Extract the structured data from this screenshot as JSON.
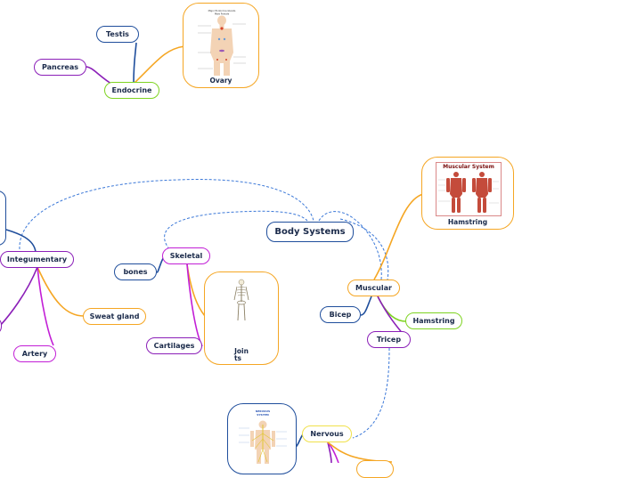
{
  "root": {
    "label": "Body Systems"
  },
  "endocrine": {
    "label": "Endocrine",
    "children": {
      "testis": "Testis",
      "pancreas": "Pancreas"
    }
  },
  "ovary_card": {
    "caption": "Ovary",
    "image_title_line1": "Major Endocrine Glands",
    "image_title_line2": "Male    Female"
  },
  "integumentary": {
    "label": "Integumentary",
    "children": {
      "sweat_gland": "Sweat gland",
      "artery": "Artery"
    }
  },
  "skeletal": {
    "label": "Skeletal",
    "children": {
      "bones": "bones",
      "cartilages": "Cartilages"
    }
  },
  "joints_card": {
    "caption_line1": "Join",
    "caption_line2": "ts"
  },
  "muscular": {
    "label": "Muscular",
    "children": {
      "bicep": "Bicep",
      "hamstring": "Hamstring",
      "tricep": "Tricep"
    }
  },
  "muscle_card": {
    "caption": "Hamstring",
    "image_title": "Muscular System"
  },
  "nervous": {
    "label": "Nervous",
    "image_title_line1": "NERVOUS",
    "image_title_line2": "SYSTEM"
  },
  "colors": {
    "blue": "#1f4e9c",
    "purple": "#8b1fb8",
    "green": "#7ed321",
    "orange": "#f5a623",
    "magenta": "#c21fd6",
    "dashed": "#3b78d8"
  }
}
